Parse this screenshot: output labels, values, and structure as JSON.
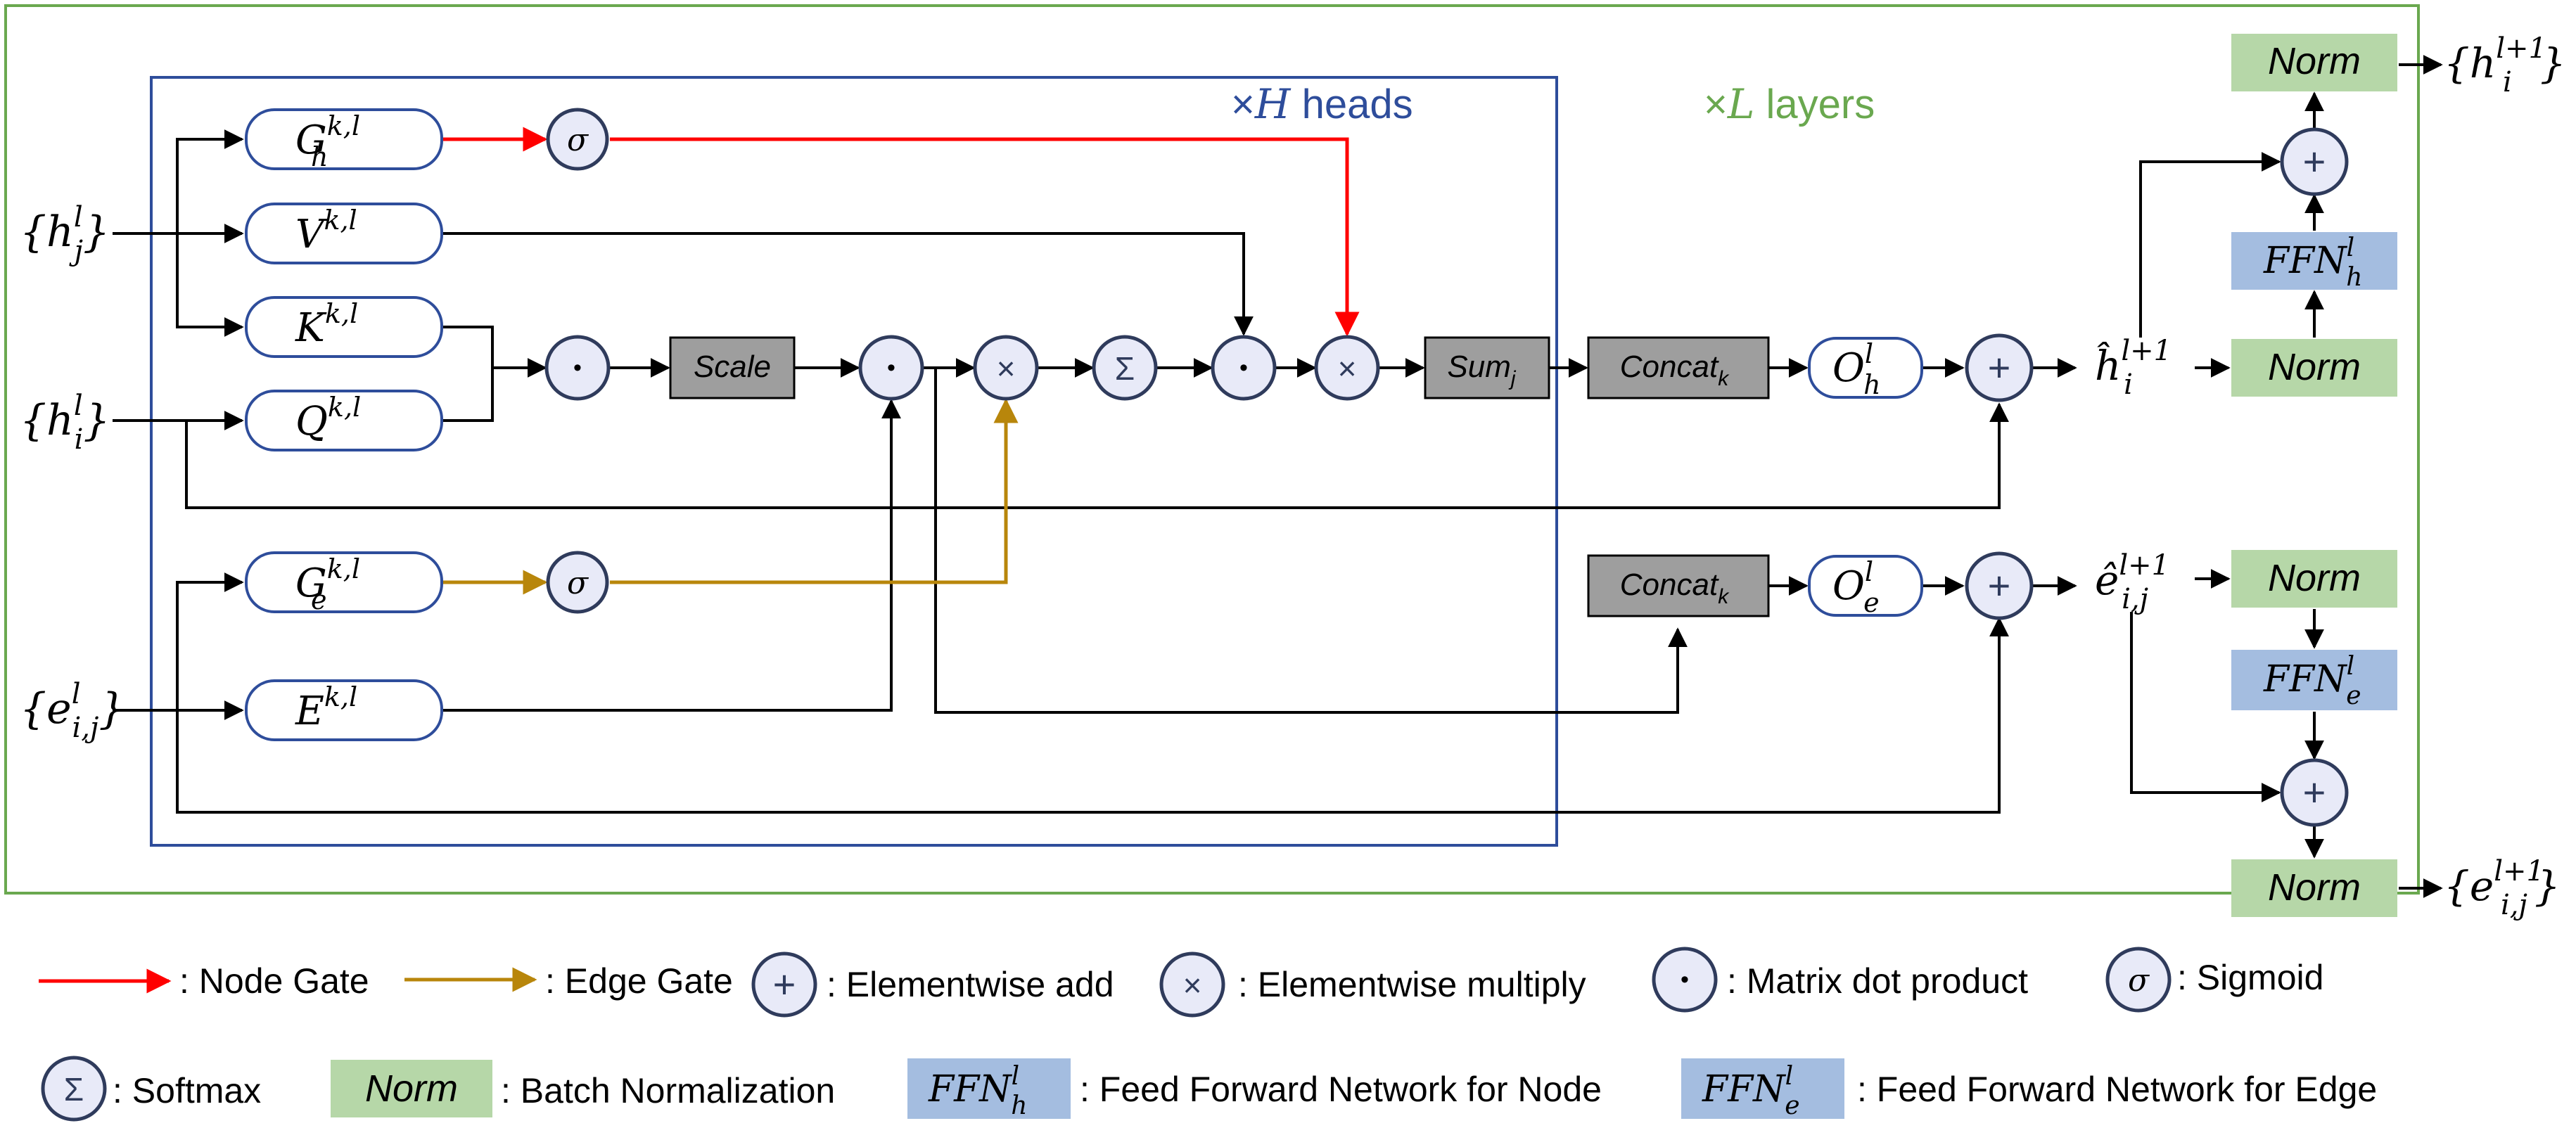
{
  "frames": {
    "heads": {
      "label_prefix": "×",
      "label_var": "H",
      "label_text": " heads",
      "color": "#2e4d9b"
    },
    "layers": {
      "label_prefix": "×",
      "label_var": "L",
      "label_text": " layers",
      "color": "#6aa84f"
    }
  },
  "inputs": {
    "hj": {
      "base": "{h",
      "sup": "l",
      "sub": "j",
      "close": "}"
    },
    "hi": {
      "base": "{h",
      "sup": "l",
      "sub": "i",
      "close": "}"
    },
    "eij": {
      "base": "{e",
      "sup": "l",
      "sub": "i,j",
      "close": "}"
    }
  },
  "projections": {
    "gh": {
      "base": "G",
      "sup": "k,l",
      "sub": "h"
    },
    "v": {
      "base": "V",
      "sup": "k,l",
      "sub": ""
    },
    "k": {
      "base": "K",
      "sup": "k,l",
      "sub": ""
    },
    "q": {
      "base": "Q",
      "sup": "k,l",
      "sub": ""
    },
    "ge": {
      "base": "G",
      "sup": "k,l",
      "sub": "e"
    },
    "e": {
      "base": "E",
      "sup": "k,l",
      "sub": ""
    }
  },
  "ops": {
    "sigma": "σ",
    "dot": "•",
    "times": "×",
    "softmax": "Σ",
    "plus": "+"
  },
  "boxes": {
    "scale": "Scale",
    "sum_base": "Sum",
    "sum_sub": "j",
    "concat_base": "Concat",
    "concat_sub": "k",
    "oh": {
      "base": "O",
      "sup": "l",
      "sub": "h"
    },
    "oe": {
      "base": "O",
      "sup": "l",
      "sub": "e"
    },
    "norm": "Norm",
    "ffn_h": {
      "base": "FFN",
      "sup": "l",
      "sub": "h"
    },
    "ffn_e": {
      "base": "FFN",
      "sup": "l",
      "sub": "e"
    }
  },
  "intermediates": {
    "h_hat": {
      "base": "ĥ",
      "sup": "l+1",
      "sub": "i"
    },
    "e_hat": {
      "base": "ê",
      "sup": "l+1",
      "sub": "i,j"
    }
  },
  "outputs": {
    "h_out": {
      "base": "{h",
      "sup": "l+1",
      "sub": "i",
      "close": "}"
    },
    "e_out": {
      "base": "{e",
      "sup": "l+1",
      "sub": "i,j",
      "close": "}"
    }
  },
  "legend": {
    "node_gate": ": Node Gate",
    "edge_gate": ": Edge Gate",
    "elementwise_add": ": Elementwise add",
    "elementwise_multiply": ": Elementwise multiply",
    "matrix_dot": ": Matrix dot product",
    "sigmoid": ": Sigmoid",
    "softmax": ": Softmax",
    "batch_norm": ": Batch Normalization",
    "ffn_node": ": Feed Forward Network for Node",
    "ffn_edge": ": Feed Forward Network for Edge"
  },
  "colors": {
    "node_gate": "#ff0000",
    "edge_gate": "#b8860b",
    "heads_border": "#2e4d9b",
    "layers_border": "#6aa84f",
    "norm_fill": "#b6d7a8",
    "ffn_fill": "#a4bde0",
    "gray_box": "#9e9e9e",
    "op_fill": "#e8eaf8",
    "op_stroke": "#2f3b5c",
    "proj_stroke": "#2e4d9b"
  }
}
